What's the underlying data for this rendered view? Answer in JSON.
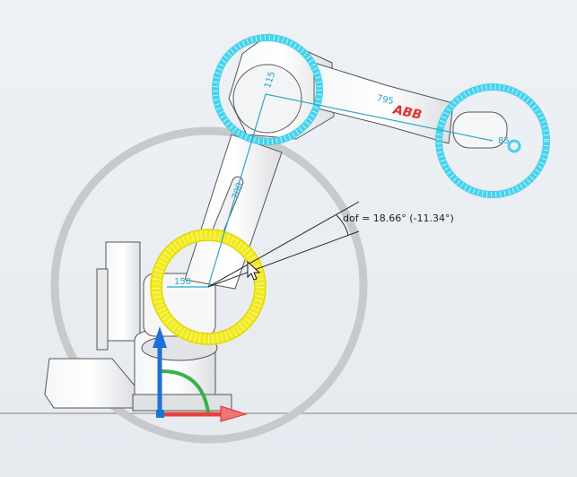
{
  "scene": {
    "logo": "ABB",
    "joint_readout": "dof = 18.66° (-11.34°)",
    "dimensions": {
      "d150": "150",
      "d700": "700",
      "d795": "795",
      "d115": "115",
      "d85": "85"
    }
  },
  "colors": {
    "rotation_ring": "#c7c9cc",
    "selected_joint": "#f2ea1c",
    "joint_highlight": "#45d2ec",
    "axis_up": "#1e6fd9",
    "axis_right": "#e64040",
    "axis_arc": "#36b24a"
  },
  "icons": {
    "cursor": "arrow-pointer-icon"
  }
}
